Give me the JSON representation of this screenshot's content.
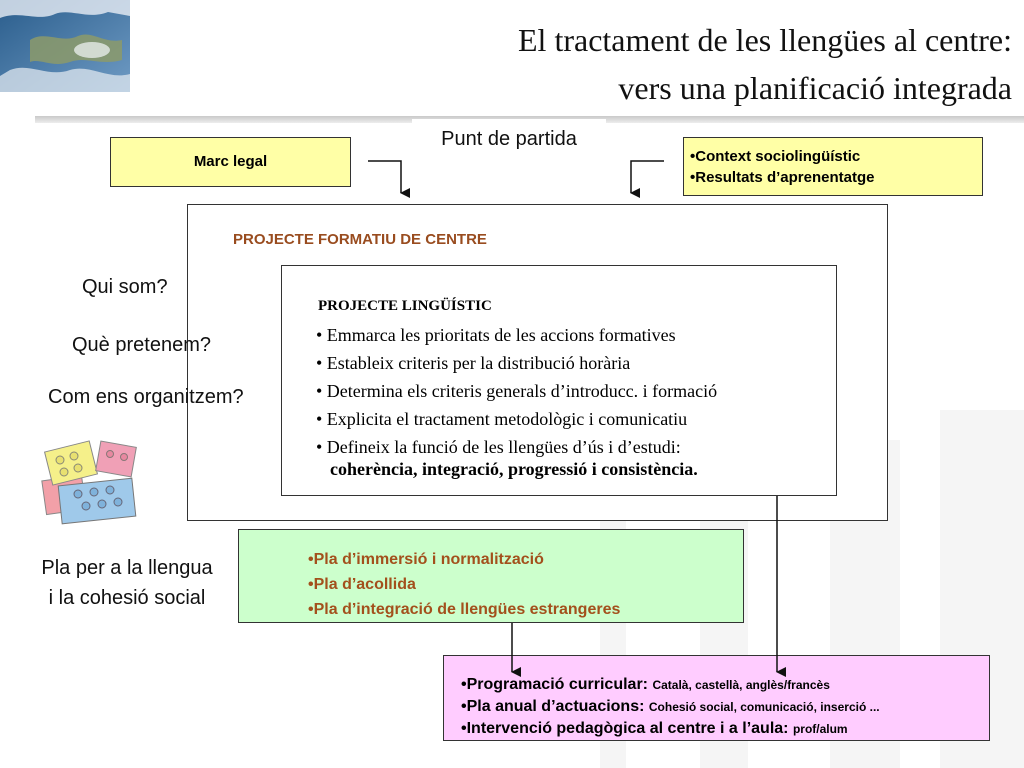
{
  "title": {
    "line1": "El tractament de les llengües al centre:",
    "line2": "vers una planificació integrada"
  },
  "start_label": "Punt de partida",
  "marc_legal": "Marc legal",
  "context": {
    "items": [
      "•Context  sociolingüístic",
      "•Resultats d’aprenentatge"
    ]
  },
  "projecte_formatiu": "PROJECTE FORMATIU DE CENTRE",
  "projecte_linguistic": {
    "title": "PROJECTE LINGÜÍSTIC",
    "items": [
      "• Emmarca les prioritats de les accions formatives",
      "• Estableix criteris per la distribució horària",
      "• Determina els criteris generals d’introducc. i  formació",
      "• Explicita el tractament metodològic i comunicatiu",
      "• Defineix la funció de les llengües d’ús i d’estudi:"
    ],
    "conclusion": "coherència, integració, progressió i consistència."
  },
  "questions": [
    "Qui som?",
    "Què pretenem?",
    "Com ens organitzem?"
  ],
  "pla_label": {
    "line1": "Pla per a la llengua",
    "line2": "i la cohesió social"
  },
  "plans": {
    "items": [
      "•Pla d’immersió i normalització",
      "•Pla d’acollida",
      "•Pla d’integració de llengües estrangeres"
    ]
  },
  "results": {
    "items": [
      {
        "main": "•Programació curricular: ",
        "sub": "Català, castellà, anglès/francès"
      },
      {
        "main": "•Pla anual d’actuacions: ",
        "sub": "Cohesió social, comunicació, inserció ..."
      },
      {
        "main": "•Intervenció pedagògica al centre i a l’aula: ",
        "sub": "prof/alum"
      }
    ]
  },
  "colors": {
    "yellow_box": "#ffffa6",
    "green_box": "#ccffcc",
    "pink_box": "#ffccff",
    "brown_text": "#994c1f",
    "plan_text": "#a3501c"
  },
  "icons": {
    "header_image": "globe-satellite-image",
    "blocks_image": "toy-blocks-image"
  }
}
